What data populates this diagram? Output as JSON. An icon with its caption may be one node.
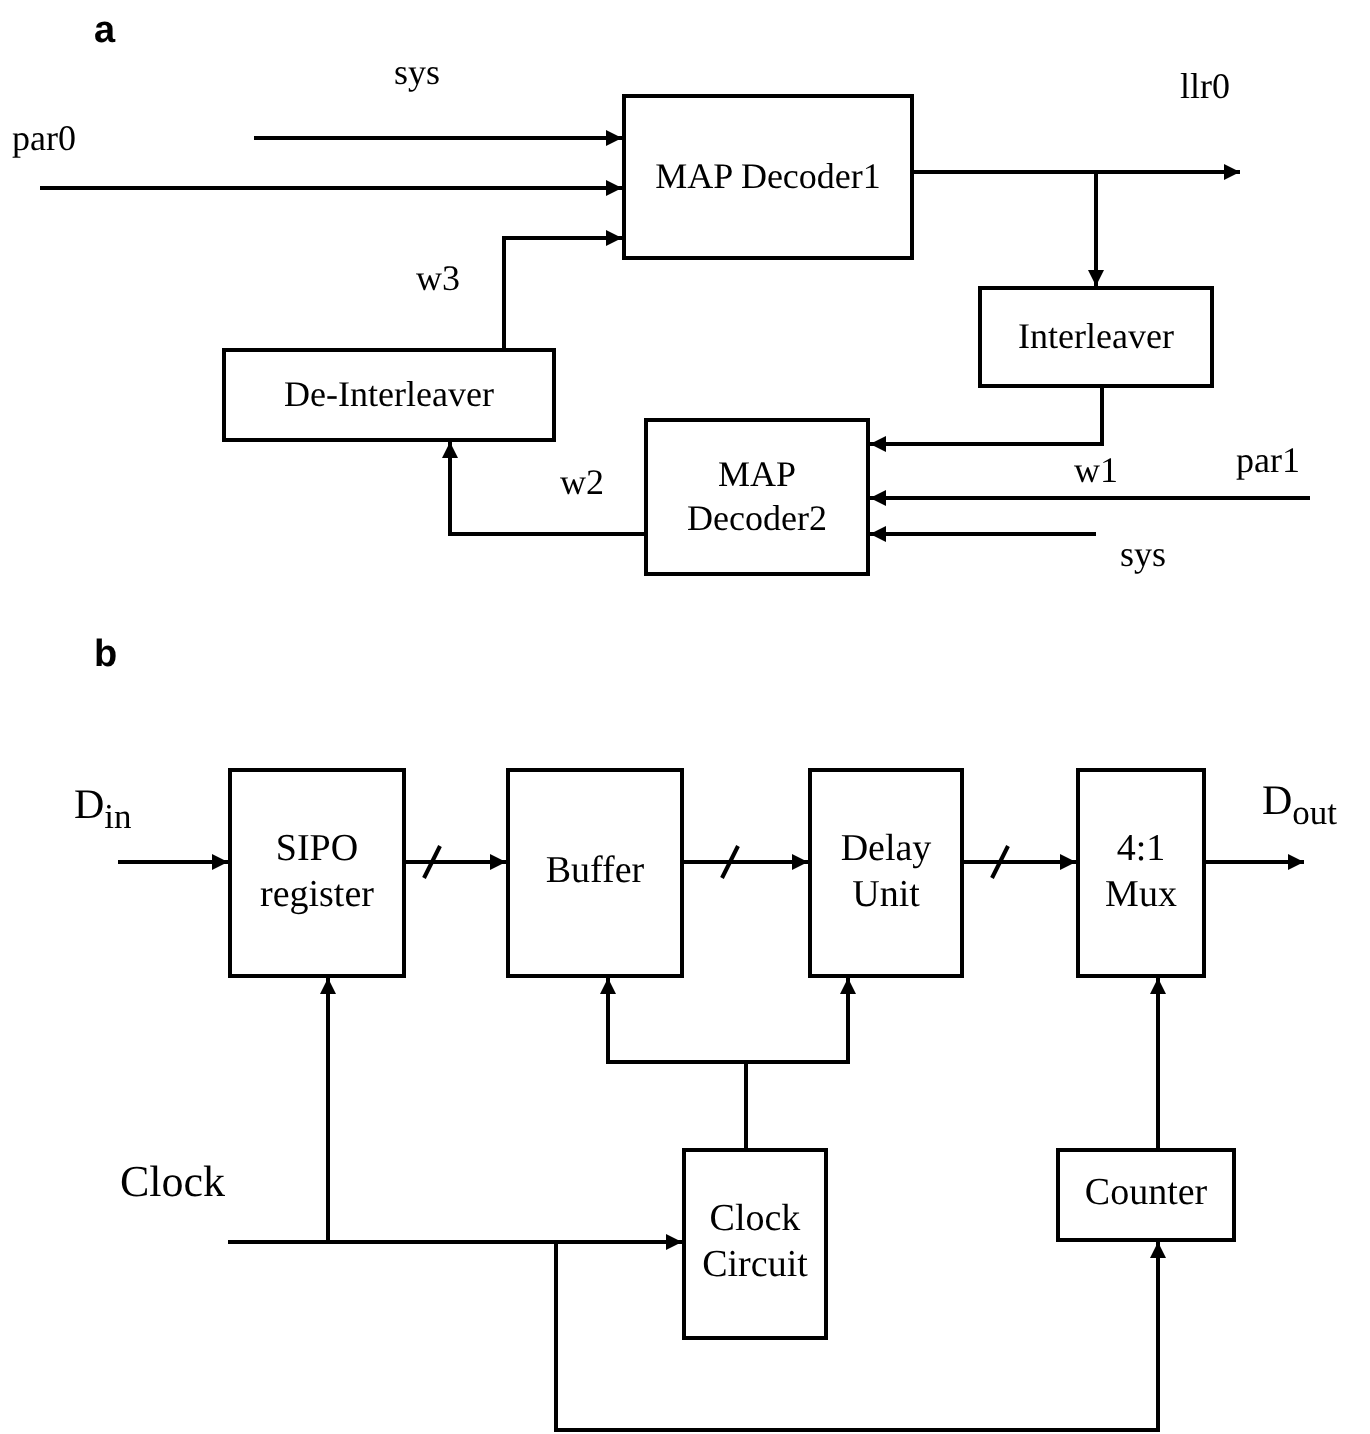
{
  "diagram": {
    "nodes": [
      {
        "text": [
          "MAP Decoder1"
        ]
      },
      {
        "text": [
          "Interleaver"
        ]
      },
      {
        "text": [
          "De-Interleaver"
        ]
      },
      {
        "text": [
          "MAP Decoder2"
        ]
      },
      {
        "text": [
          "SIPO register"
        ]
      },
      {
        "text": [
          "Buffer"
        ]
      },
      {
        "text": [
          "Delay Unit"
        ]
      },
      {
        "text": [
          "4:1 Mux"
        ]
      },
      {
        "text": [
          "Clock Circuit"
        ]
      },
      {
        "text": [
          "Counter"
        ]
      }
    ],
    "edges": [
      {
        "from": null,
        "to": 0,
        "arrow": "to",
        "label": "sys"
      },
      {
        "from": null,
        "to": 0,
        "arrow": "to",
        "label": "par0"
      },
      {
        "from": 2,
        "to": 0,
        "arrow": "to",
        "label": "w3"
      },
      {
        "from": 0,
        "to": null,
        "arrow": "to",
        "label": "llr0"
      },
      {
        "from": 0,
        "to": 1,
        "arrow": "to"
      },
      {
        "from": 1,
        "to": 3,
        "arrow": "to",
        "label": "w1"
      },
      {
        "from": null,
        "to": 3,
        "arrow": "to",
        "label": "par1"
      },
      {
        "from": null,
        "to": 3,
        "arrow": "to",
        "label": "sys"
      },
      {
        "from": 3,
        "to": 2,
        "arrow": "to",
        "label": "w2"
      },
      {
        "from": null,
        "to": 4,
        "arrow": "to",
        "label": "D$_{in}$"
      },
      {
        "from": 4,
        "to": 5,
        "arrow": "to"
      },
      {
        "from": 5,
        "to": 6,
        "arrow": "to"
      },
      {
        "from": 6,
        "to": 7,
        "arrow": "to"
      },
      {
        "from": 7,
        "to": null,
        "arrow": "to",
        "label": "D$_{out}$"
      },
      {
        "from": null,
        "to": 4,
        "arrow": "to",
        "label": "Clock"
      },
      {
        "from": null,
        "to": 8,
        "arrow": "to"
      },
      {
        "from": null,
        "to": 9,
        "arrow": "to"
      },
      {
        "from": 8,
        "to": 5,
        "arrow": "to"
      },
      {
        "from": 8,
        "to": 6,
        "arrow": "to"
      },
      {
        "from": 9,
        "to": 7,
        "arrow": "to"
      }
    ],
    "labels": [
      "a",
      "b"
    ]
  }
}
